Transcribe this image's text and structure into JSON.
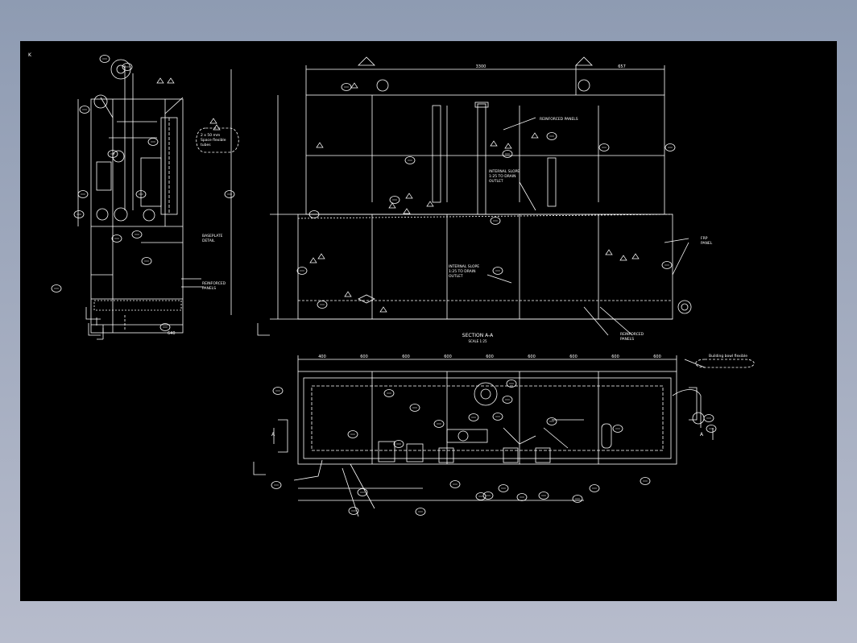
{
  "colors": {
    "background": "#8e9bb2",
    "sheet": "#000000",
    "linework": "#ffffff"
  },
  "sheet_marker": "K",
  "views": {
    "section": {
      "title": "SECTION A-A",
      "scale": "SCALE 1:25"
    },
    "side": {
      "note_top": "2 x 50 mm\nSpace flexible\ntubes"
    },
    "plan": {
      "note_top": "Building bowl flexible",
      "section_mark_left": "A",
      "section_mark_right": "A"
    }
  },
  "notes": {
    "reinforced_panels_top": "REINFORCED PANELS",
    "internal_slope_1": "INTERNAL SLOPE\n1:25 TO DRAIN\nOUTLET",
    "internal_slope_2": "INTERNAL SLOPE\n1:25 TO DRAIN\nOUTLET",
    "reinforced_panels_bottom": "REINFORCED\nPANELS",
    "side_baseplate": "BASEPLATE\nDETAIL",
    "side_reinforced": "REINFORCED\nPANELS",
    "right_panel": "FRP\nPANEL"
  },
  "dimensions": {
    "section_top": [
      "3300",
      "657"
    ],
    "plan_top": [
      "400",
      "600",
      "600",
      "600",
      "600",
      "600",
      "600",
      "600",
      "600"
    ],
    "side_bottom": "640"
  }
}
